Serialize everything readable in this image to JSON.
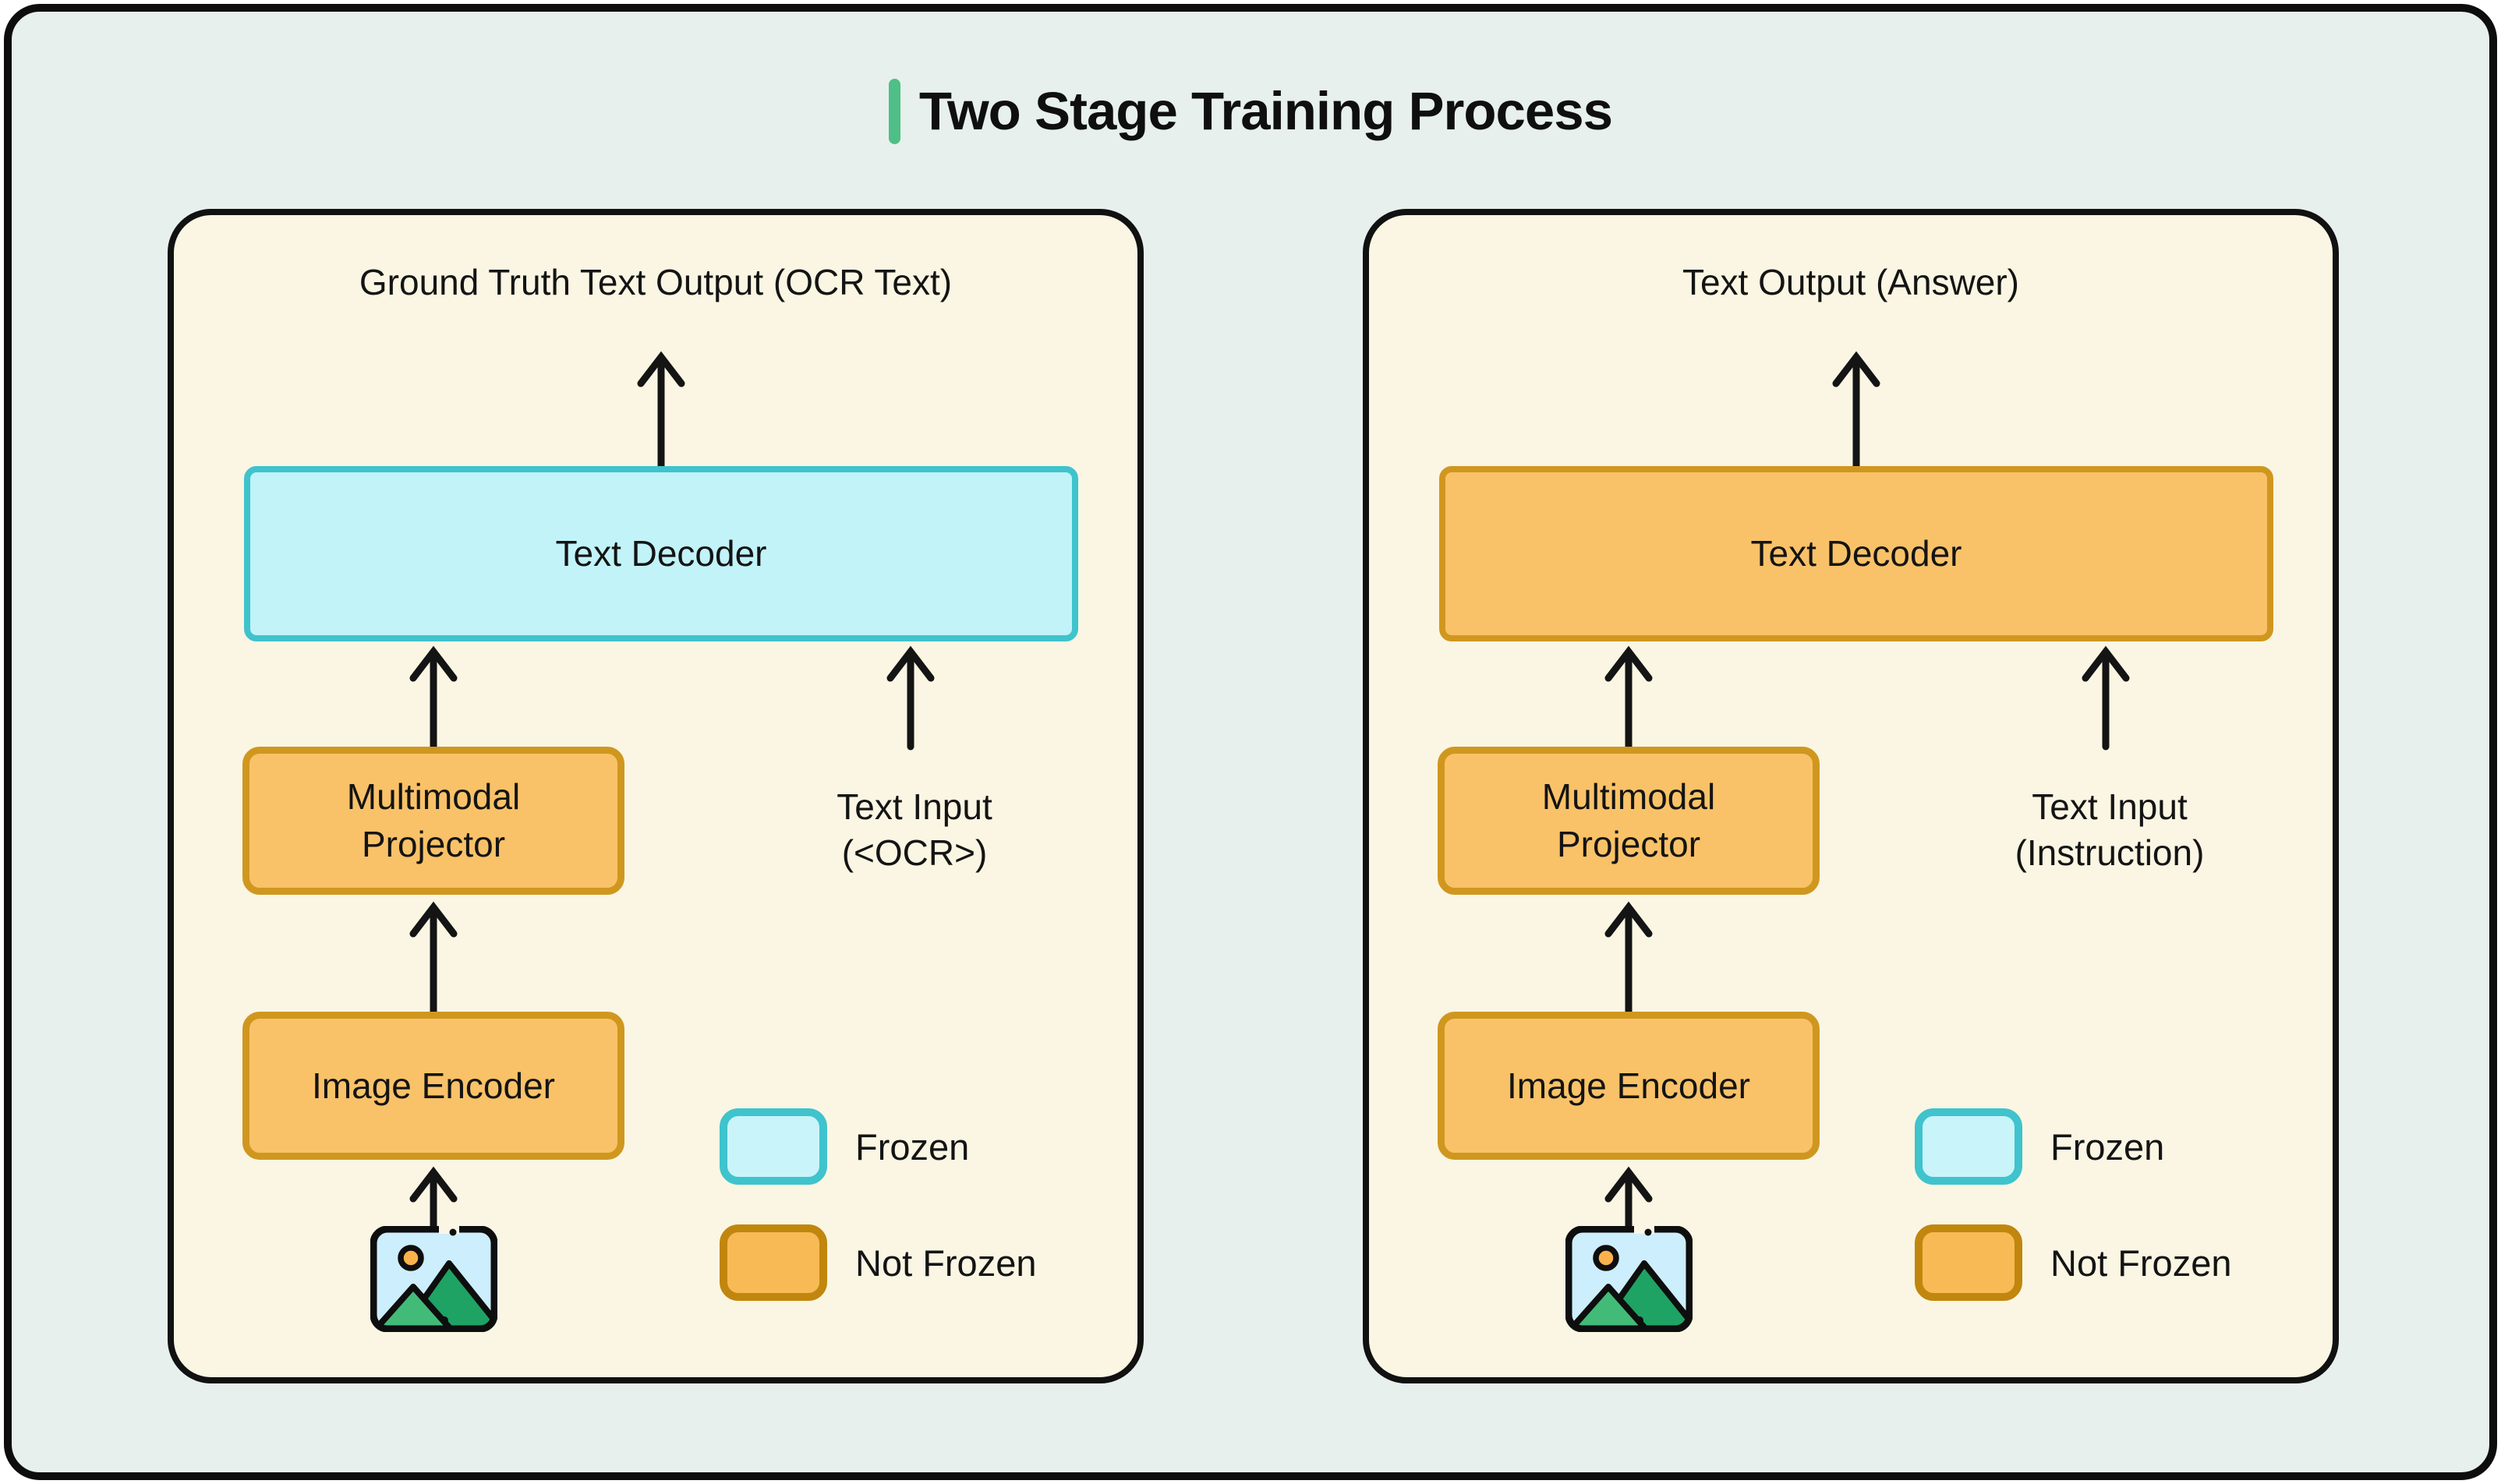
{
  "title": {
    "text": "Two Stage Training Process"
  },
  "legend": {
    "frozen_label": "Frozen",
    "not_frozen_label": "Not Frozen"
  },
  "panels": [
    {
      "header": "Ground Truth Text Output (OCR Text)",
      "decoder": {
        "label": "Text Decoder",
        "state": "frozen"
      },
      "projector": {
        "label": "Multimodal Projector"
      },
      "encoder": {
        "label": "Image Encoder"
      },
      "text_input": {
        "line1": "Text Input",
        "line2": "(<OCR>)"
      }
    },
    {
      "header": "Text Output (Answer)",
      "decoder": {
        "label": "Text Decoder",
        "state": "not_frozen"
      },
      "projector": {
        "label": "Multimodal Projector"
      },
      "encoder": {
        "label": "Image Encoder"
      },
      "text_input": {
        "line1": "Text Input",
        "line2": "(Instruction)"
      }
    }
  ],
  "colors": {
    "accent_green": "#4fbf87",
    "frozen_fill": "#c1f3f9",
    "frozen_border": "#3fc3cd",
    "not_frozen_fill": "#f9c268",
    "not_frozen_border": "#d0971f",
    "legend_not_frozen_border": "#c1860d",
    "panel_fill": "#faf6e3",
    "canvas_fill": "#e7f0ec",
    "icon_sky": "#cdeefc",
    "icon_sun": "#fbb24c",
    "icon_mountain_dark": "#1ea364",
    "icon_mountain_light": "#43bb78"
  }
}
